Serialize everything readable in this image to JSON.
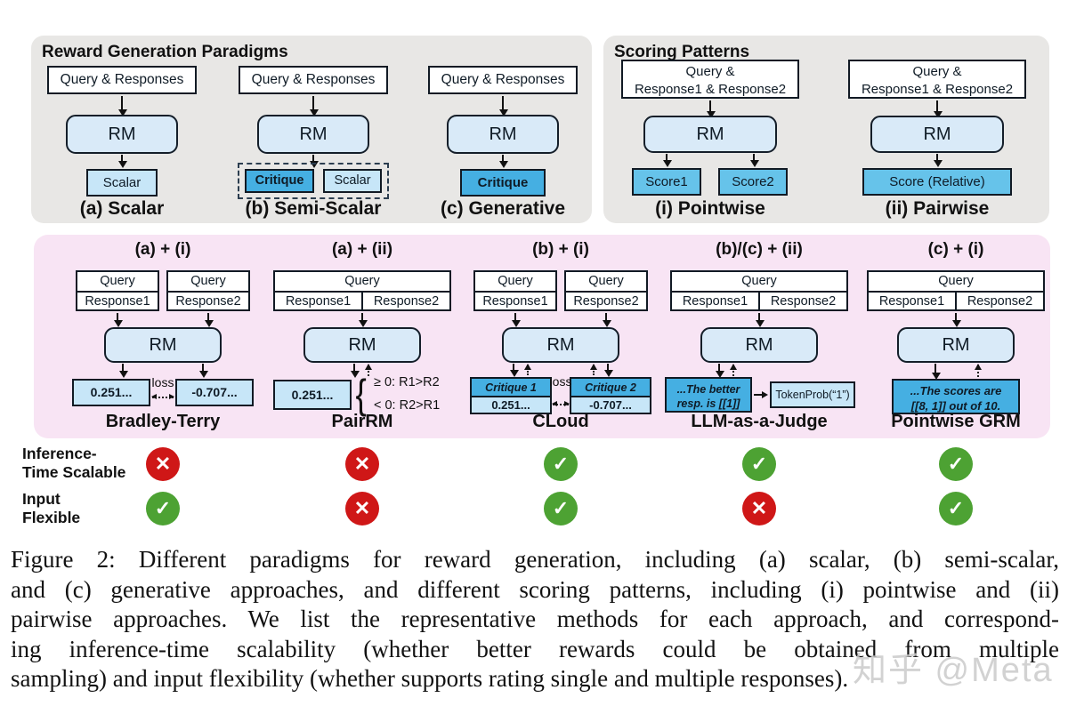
{
  "reward_generation": {
    "title": "Reward Generation Paradigms",
    "a": {
      "input": "Query & Responses",
      "rm": "RM",
      "output": "Scalar",
      "label": "(a) Scalar"
    },
    "b": {
      "input": "Query & Responses",
      "rm": "RM",
      "output_critique": "Critique",
      "output_scalar": "Scalar",
      "label": "(b) Semi-Scalar"
    },
    "c": {
      "input": "Query & Responses",
      "rm": "RM",
      "output": "Critique",
      "label": "(c) Generative"
    }
  },
  "scoring_patterns": {
    "title": "Scoring Patterns",
    "i": {
      "input_line1": "Query &",
      "input_line2": "Response1 & Response2",
      "rm": "RM",
      "score1": "Score1",
      "score2": "Score2",
      "label": "(i) Pointwise"
    },
    "ii": {
      "input_line1": "Query &",
      "input_line2": "Response1 & Response2",
      "rm": "RM",
      "score": "Score (Relative)",
      "label": "(ii) Pairwise"
    }
  },
  "methods": {
    "bradley_terry": {
      "header": "(a) + (i)",
      "query": "Query",
      "response1": "Response1",
      "response2": "Response2",
      "rm": "RM",
      "out1": "0.251...",
      "out2": "-0.707...",
      "loss": "loss",
      "label": "Bradley-Terry"
    },
    "pairrm": {
      "header": "(a) + (ii)",
      "query": "Query",
      "response1": "Response1",
      "response2": "Response2",
      "rm": "RM",
      "out": "0.251...",
      "brace": "{",
      "cond1": "≥ 0: R1>R2",
      "cond2": "< 0: R2>R1",
      "label": "PairRM"
    },
    "cloud": {
      "header": "(b) + (i)",
      "query": "Query",
      "response1": "Response1",
      "response2": "Response2",
      "rm": "RM",
      "critique1": "Critique 1",
      "out1": "0.251...",
      "critique2": "Critique 2",
      "out2": "-0.707...",
      "loss": "loss",
      "label": "CLoud"
    },
    "llm_judge": {
      "header": "(b)/(c) + (ii)",
      "query": "Query",
      "response1": "Response1",
      "response2": "Response2",
      "rm": "RM",
      "out_line1": "...The better",
      "out_line2": "resp. is [[1]]",
      "token_prob": "TokenProb(“1”)",
      "label": "LLM-as-a-Judge"
    },
    "pointwise_grm": {
      "header": "(c) + (i)",
      "query": "Query",
      "response1": "Response1",
      "response2": "Response2",
      "rm": "RM",
      "out_line1": "...The scores are",
      "out_line2": "[[8, 1]] out of 10.",
      "label": "Pointwise GRM"
    }
  },
  "criteria": {
    "row1_label_line1": "Inference-",
    "row1_label_line2": "Time Scalable",
    "row2_label_line1": "Input",
    "row2_label_line2": "Flexible",
    "row1": [
      {
        "glyph": "✕",
        "cls": "mark cross"
      },
      {
        "glyph": "✕",
        "cls": "mark cross"
      },
      {
        "glyph": "✓",
        "cls": "mark check"
      },
      {
        "glyph": "✓",
        "cls": "mark check"
      },
      {
        "glyph": "✓",
        "cls": "mark check"
      }
    ],
    "row2": [
      {
        "glyph": "✓",
        "cls": "mark check"
      },
      {
        "glyph": "✕",
        "cls": "mark cross"
      },
      {
        "glyph": "✓",
        "cls": "mark check"
      },
      {
        "glyph": "✕",
        "cls": "mark cross"
      },
      {
        "glyph": "✓",
        "cls": "mark check"
      }
    ]
  },
  "caption_lines": [
    "Figure 2: Different paradigms for reward generation, including (a) scalar, (b) semi-scalar,",
    "and (c) generative approaches, and different scoring patterns, including (i) pointwise and (ii)",
    "pairwise approaches. We list the representative methods for each approach, and correspond-",
    "ing inference-time scalability (whether better rewards could be obtained from multiple",
    "sampling) and input flexibility (whether supports rating single and multiple responses)."
  ],
  "watermark": "知乎 @Meta",
  "colors": {
    "panel_gray": "#e8e7e5",
    "panel_pink": "#f8e4f4",
    "rm_fill": "#d9eaf8",
    "box_light_blue": "#c7e6f8",
    "box_mid_blue": "#66c3ea",
    "box_dark_blue": "#45afe2",
    "check_green": "#4da233",
    "cross_red": "#cf1717"
  }
}
